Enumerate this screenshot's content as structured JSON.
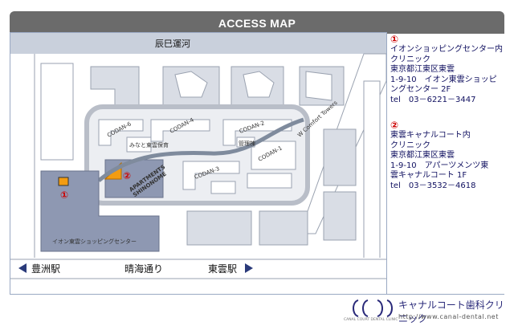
{
  "header": {
    "title": "ACCESS MAP"
  },
  "map": {
    "canal_label": "辰巳運河",
    "building_labels": {
      "codan6": "CODAN-6",
      "codan4": "CODAN-4",
      "codan2": "CODAN-2",
      "codan1": "CODAN-1",
      "codan3": "CODAN-3",
      "w_comfort": "W Comfort Towers",
      "apartments": "APARTMENTS\nSHINONOME",
      "mall": "イオン東雲ショッピングセンター",
      "small1": "みなと東雲保育",
      "small2": "管理棟"
    },
    "markers": {
      "m1": "①",
      "m2": "②"
    },
    "bottom": {
      "toyosu": "豊洲駅",
      "harumi": "晴海通り",
      "shinonome": "東雲駅"
    }
  },
  "info": {
    "block1": {
      "mark": "①",
      "lines": [
        "イオンショッピングセンター内",
        "クリニック",
        "東京都江東区東雲",
        "1-9-10　イオン東雲ショッピ",
        "ングセンター 2F",
        "tel　03－6221－3447"
      ]
    },
    "block2": {
      "mark": "②",
      "lines": [
        "東雲キャナルコート内",
        "クリニック",
        "東京都江東区東雲",
        "1-9-10　アパーツメンツ東",
        "雲キャナルコート 1F",
        "tel　03－3532－4618"
      ]
    }
  },
  "footer": {
    "logo_name": "キャナルコート歯科クリニック",
    "logo_url": "http://www.canal-dental.net",
    "logo_small": "CANAL COURT DENTAL CLINIC"
  },
  "colors": {
    "header_bg": "#6b6b6b",
    "canal": "#c9d0dc",
    "road": "#b9bec8",
    "route": "#7f8b9d",
    "block": "#8e98b2",
    "accent": "#f39c12",
    "marker_red": "#cc0000"
  }
}
